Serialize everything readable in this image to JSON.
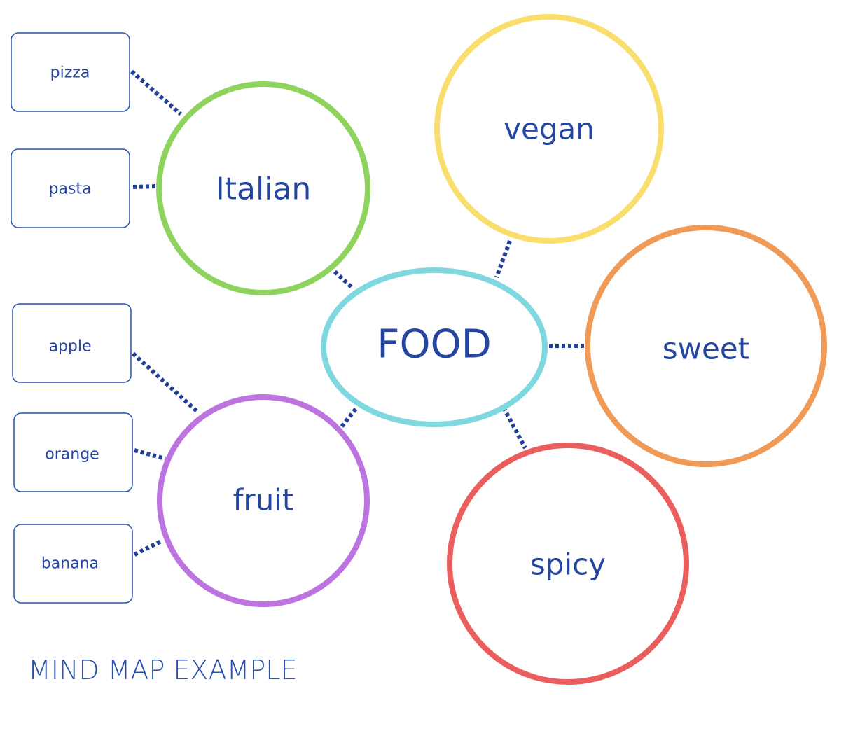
{
  "center": {
    "label": "FOOD",
    "color": "#7fd8e0"
  },
  "categories": {
    "italian": {
      "label": "Italian",
      "color": "#8fd35f"
    },
    "vegan": {
      "label": "vegan",
      "color": "#f9de6e"
    },
    "sweet": {
      "label": "sweet",
      "color": "#f09a58"
    },
    "spicy": {
      "label": "spicy",
      "color": "#eb5e5e"
    },
    "fruit": {
      "label": "fruit",
      "color": "#bd73e0"
    }
  },
  "leaves": {
    "pizza": "pizza",
    "pasta": "pasta",
    "apple": "apple",
    "orange": "orange",
    "banana": "banana"
  },
  "caption": "MIND MAP EXAMPLE",
  "text_color": "#2546a0",
  "connector_color": "#1f3f99"
}
